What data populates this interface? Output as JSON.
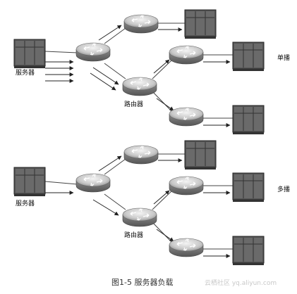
{
  "unicast": {
    "server_label": "服务器",
    "router_label": "路由器",
    "mode_label": "单播"
  },
  "multicast": {
    "server_label": "服务器",
    "router_label": "路由器",
    "mode_label": "多播"
  },
  "caption": "图1-5 服务器负载",
  "watermark": "云栖社区 yq.aliyun.com"
}
